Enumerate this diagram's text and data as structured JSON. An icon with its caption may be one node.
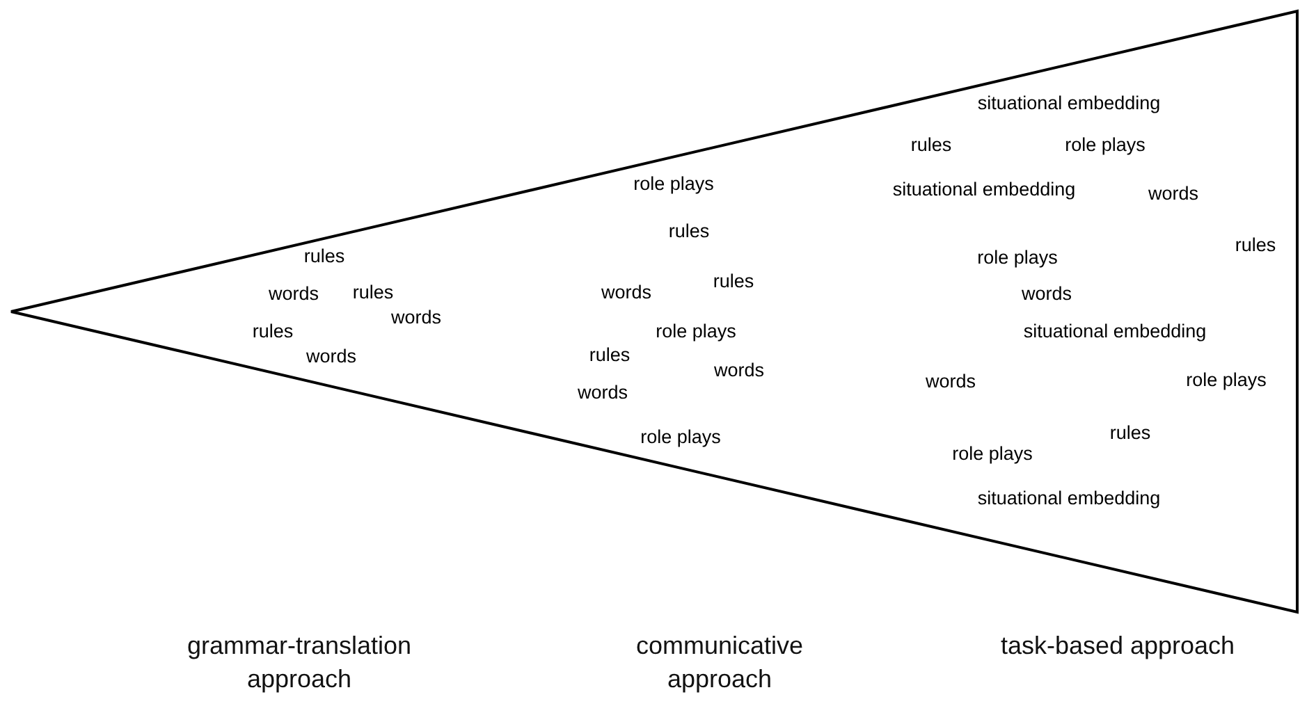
{
  "diagram": {
    "nodes": [
      {
        "text": [
          "situational embedding",
          "rules",
          "role plays",
          "role plays",
          "situational embedding",
          "words",
          "rules",
          "rules",
          "rules",
          "role plays",
          "rules",
          "words",
          "rules",
          "words",
          "words",
          "words",
          "rules",
          "role plays",
          "situational embedding",
          "rules",
          "words",
          "words",
          "words",
          "role plays",
          "words",
          "rules",
          "role plays",
          "role plays",
          "situational embedding"
        ]
      }
    ],
    "labels": [
      "grammar-translation approach",
      "communicative approach",
      "task-based approach"
    ]
  }
}
